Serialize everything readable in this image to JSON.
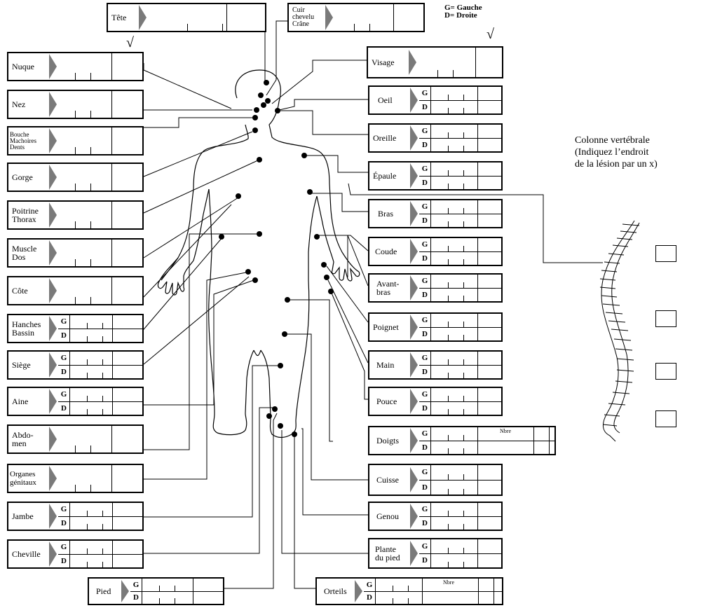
{
  "legend": {
    "g": "G= Gauche",
    "d": "D= Droite"
  },
  "check_mark": "√",
  "gd": {
    "g": "G",
    "d": "D"
  },
  "nbre": "Nbre",
  "spine": {
    "title": "Colonne vertébrale\n(Indiquez l’endroit\nde la lésion par un x)"
  },
  "regions": {
    "tete": "Tête",
    "cuir": "Cuir\nchevelu\nCrâne",
    "nuque": "Nuque",
    "nez": "Nez",
    "bouche": "Bouche\nMachoires\nDents",
    "gorge": "Gorge",
    "poitrine": "Poitrine\nThorax",
    "muscle": "Muscle\nDos",
    "cote": "Côte",
    "hanches": "Hanches\nBassin",
    "siege": "Siège",
    "aine": "Aine",
    "abdomen": "Abdo-\nmen",
    "organes": "Organes\ngénitaux",
    "jambe": "Jambe",
    "cheville": "Cheville",
    "pied": "Pied",
    "visage": "Visage",
    "oeil": "Oeil",
    "oreille": "Oreille",
    "epaule": "Épaule",
    "bras": "Bras",
    "coude": "Coude",
    "avantbras": "Avant-\nbras",
    "poignet": "Poignet",
    "main": "Main",
    "pouce": "Pouce",
    "doigts": "Doigts",
    "cuisse": "Cuisse",
    "genou": "Genou",
    "plante": "Plante\ndu pied",
    "orteils": "Orteils"
  }
}
